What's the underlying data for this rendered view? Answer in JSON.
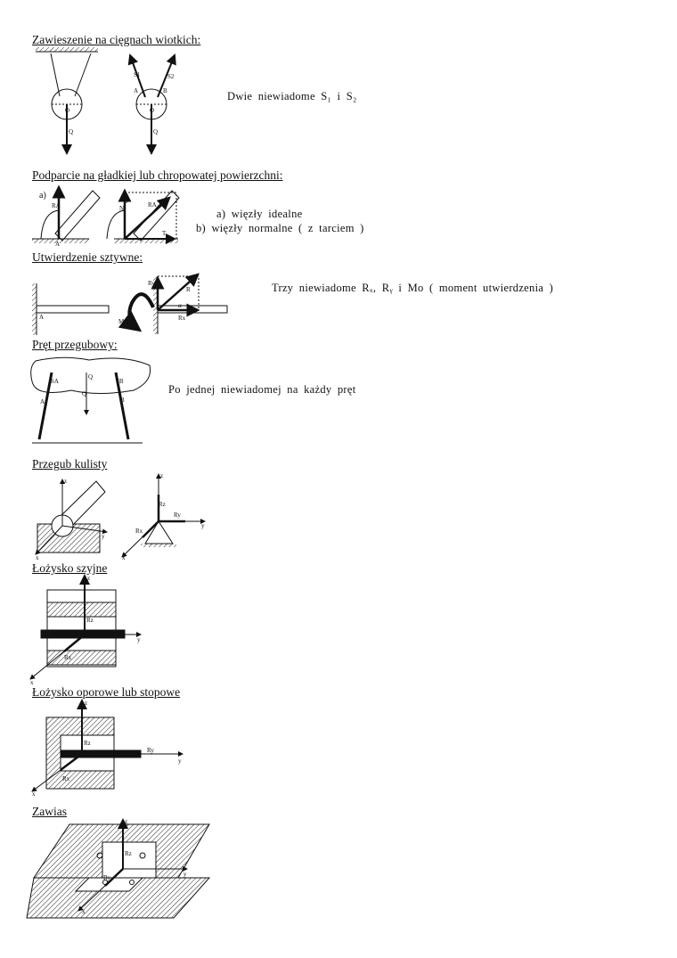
{
  "sections": [
    {
      "title": "Zawieszenie  na  cięgnach  wiotkich:",
      "text": "Dwie  niewiadome  S₁  i  S₂"
    },
    {
      "title": "Podparcie  na  gładkiej  lub  chropowatej  powierzchni:",
      "text_a": "a)  więzły  idealne",
      "text_b": "b)  więzły  normalne  (  z  tarciem  )"
    },
    {
      "title": "Utwierdzenie  sztywne:",
      "text": "Trzy  niewiadome  Rₓ, Rᵧ  i  Mo  (  moment  utwierdzenia  )"
    },
    {
      "title": "Pręt  przegubowy:",
      "text": "Po  jednej  niewiadomej  na  każdy  pręt"
    },
    {
      "title": "Przegub  kulisty"
    },
    {
      "title": "Łożysko  szyjne"
    },
    {
      "title": "Łożysko  oporowe  lub  stopowe"
    },
    {
      "title": "Zawias"
    }
  ],
  "labels": {
    "Q": "Q",
    "S1": "S1",
    "S2": "S2",
    "A": "A",
    "B": "B",
    "O": "O",
    "a": "a)",
    "b": "b)",
    "RA": "RA",
    "N": "N",
    "T": "T",
    "R": "R",
    "Rx": "Rx",
    "Ry": "Ry",
    "Rz": "Rz",
    "Mo": "Mo",
    "alpha": "α",
    "SA": "SA",
    "SB": "SB",
    "x": "x",
    "y": "y",
    "z": "z"
  }
}
